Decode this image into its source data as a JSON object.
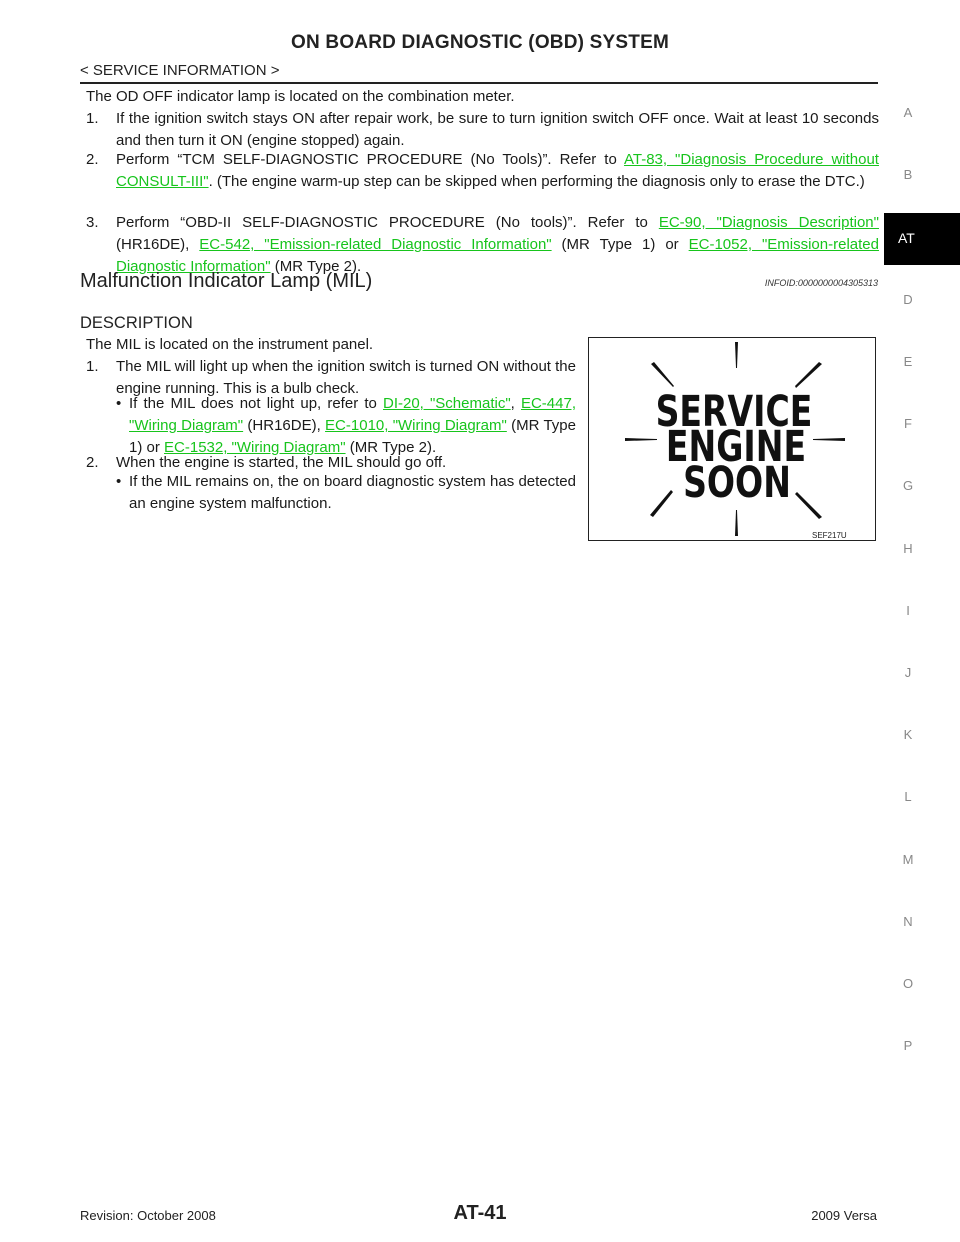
{
  "header": {
    "title": "ON BOARD DIAGNOSTIC (OBD) SYSTEM",
    "breadcrumb": "< SERVICE INFORMATION >"
  },
  "intro": {
    "lamp_text": "The OD OFF indicator lamp is located on the combination meter.",
    "step1_num": "1.",
    "step1_text": "If the ignition switch stays ON after repair work, be sure to turn ignition switch OFF once. Wait at least 10 seconds and then turn it ON (engine stopped) again.",
    "step2_num": "2.",
    "step2_pre": "Perform “TCM SELF-DIAGNOSTIC PROCEDURE (No Tools)”. Refer to ",
    "step2_link": "AT-83, \"Diagnosis Procedure without CONSULT-III\"",
    "step2_post": ". (The engine warm-up step can be skipped when performing the diagnosis only to erase the DTC.)",
    "step3_num": "3.",
    "step3_pre": "Perform “OBD-II SELF-DIAGNOSTIC PROCEDURE (No tools)”. Refer to ",
    "step3_link1": "EC-90, \"Diagnosis Description\"",
    "step3_mid1": " (HR16DE), ",
    "step3_link2": "EC-542, \"Emission-related Diagnostic Information\"",
    "step3_mid2": " (MR Type 1) or ",
    "step3_link3": "EC-1052, \"Emission-related Diagnostic Information\"",
    "step3_post": " (MR Type 2)."
  },
  "mil_section": {
    "heading": "Malfunction Indicator Lamp (MIL)",
    "infoid": "INFOID:0000000004305313",
    "subheading": "DESCRIPTION",
    "location_text": "The MIL is located on the instrument panel.",
    "item1_num": "1.",
    "item1_text": "The MIL will light up when the ignition switch is turned ON without the engine running. This is a bulb check.",
    "bullet_symbol": "•",
    "item1_bullet_pre": "If the MIL does not light up, refer to ",
    "item1_link1": "DI-20, \"Schematic\"",
    "item1_sep": ", ",
    "item1_link2": "EC-447, \"Wiring Diagram\"",
    "item1_mid": " (HR16DE), ",
    "item1_link3": "EC-1010, \"Wiring Diagram\"",
    "item1_mid2": " (MR Type 1) or ",
    "item1_link4": "EC-1532, \"Wiring Diagram\"",
    "item1_post": " (MR Type 2).",
    "item2_num": "2.",
    "item2_text": "When the engine is started, the MIL should go off.",
    "item2_bullet": "If the MIL remains on, the on board diagnostic system has detected an engine system malfunction."
  },
  "figure": {
    "line1": "SERVICE",
    "line2": "ENGINE",
    "line3": "SOON",
    "code": "SEF217U"
  },
  "side_index": {
    "letters": [
      "A",
      "B",
      "D",
      "E",
      "F",
      "G",
      "H",
      "I",
      "J",
      "K",
      "L",
      "M",
      "N",
      "O",
      "P"
    ],
    "active_tab": "AT"
  },
  "footer": {
    "revision": "Revision: October 2008",
    "page": "AT-41",
    "model": "2009 Versa"
  }
}
